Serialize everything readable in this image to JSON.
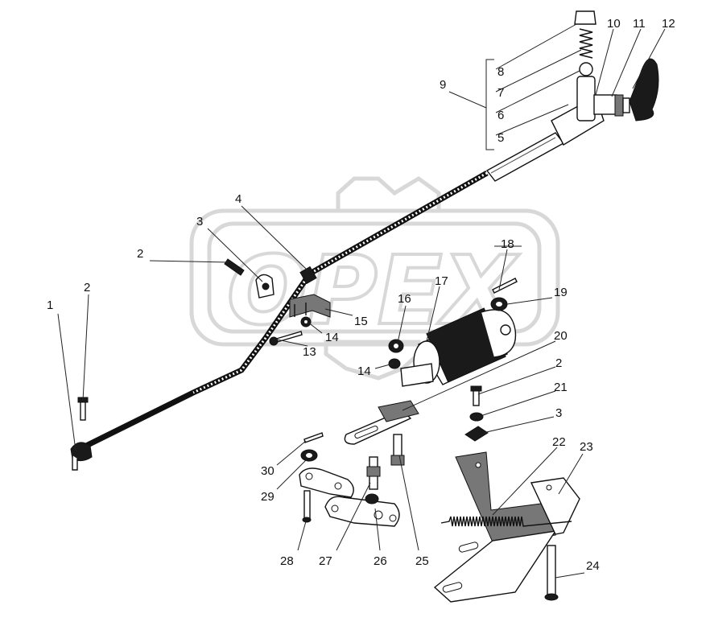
{
  "watermark": {
    "text": "OPEX"
  },
  "callouts": [
    {
      "n": "1",
      "name": "callout-1"
    },
    {
      "n": "2",
      "name": "callout-2a"
    },
    {
      "n": "2",
      "name": "callout-2b"
    },
    {
      "n": "2",
      "name": "callout-2c"
    },
    {
      "n": "3",
      "name": "callout-3a"
    },
    {
      "n": "3",
      "name": "callout-3b"
    },
    {
      "n": "4",
      "name": "callout-4"
    },
    {
      "n": "5",
      "name": "callout-5"
    },
    {
      "n": "6",
      "name": "callout-6"
    },
    {
      "n": "7",
      "name": "callout-7"
    },
    {
      "n": "8",
      "name": "callout-8"
    },
    {
      "n": "9",
      "name": "callout-9"
    },
    {
      "n": "10",
      "name": "callout-10"
    },
    {
      "n": "11",
      "name": "callout-11"
    },
    {
      "n": "12",
      "name": "callout-12"
    },
    {
      "n": "13",
      "name": "callout-13"
    },
    {
      "n": "14",
      "name": "callout-14a"
    },
    {
      "n": "14",
      "name": "callout-14b"
    },
    {
      "n": "15",
      "name": "callout-15"
    },
    {
      "n": "16",
      "name": "callout-16"
    },
    {
      "n": "17",
      "name": "callout-17"
    },
    {
      "n": "18",
      "name": "callout-18"
    },
    {
      "n": "19",
      "name": "callout-19"
    },
    {
      "n": "20",
      "name": "callout-20"
    },
    {
      "n": "21",
      "name": "callout-21"
    },
    {
      "n": "22",
      "name": "callout-22"
    },
    {
      "n": "23",
      "name": "callout-23"
    },
    {
      "n": "24",
      "name": "callout-24"
    },
    {
      "n": "25",
      "name": "callout-25"
    },
    {
      "n": "26",
      "name": "callout-26"
    },
    {
      "n": "27",
      "name": "callout-27"
    },
    {
      "n": "28",
      "name": "callout-28"
    },
    {
      "n": "29",
      "name": "callout-29"
    },
    {
      "n": "30",
      "name": "callout-30"
    }
  ]
}
